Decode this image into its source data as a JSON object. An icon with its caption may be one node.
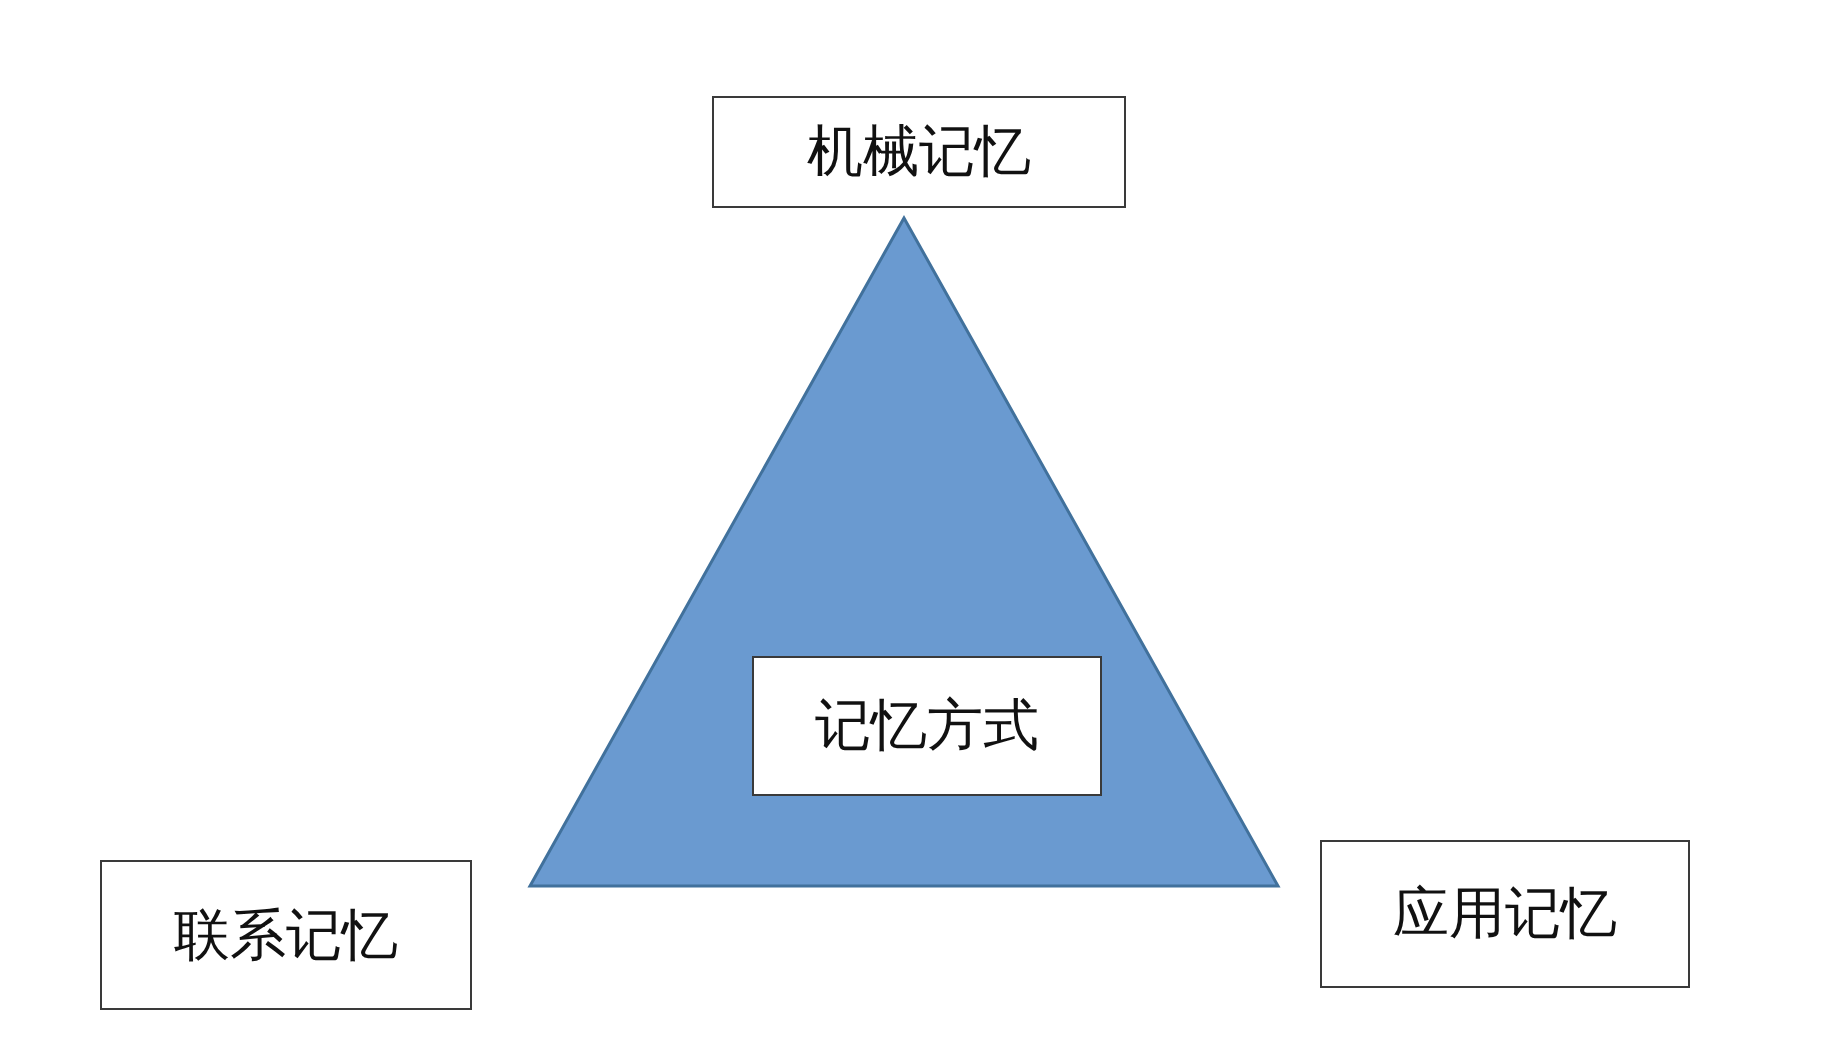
{
  "diagram": {
    "nodes": [
      {
        "text": [
          "机械记忆"
        ]
      },
      {
        "text": [],
        "shape": "triangle"
      },
      {
        "text": [
          "记忆方式"
        ],
        "in": 1
      },
      {
        "text": [
          "联系记忆"
        ]
      },
      {
        "text": [
          "应用记忆"
        ]
      }
    ]
  }
}
